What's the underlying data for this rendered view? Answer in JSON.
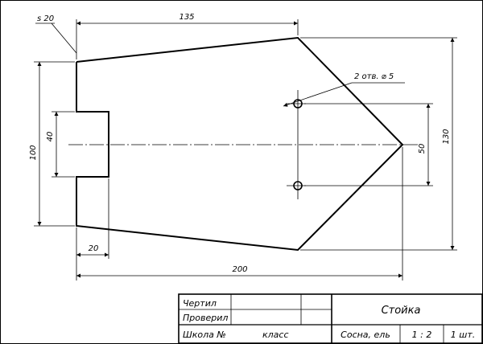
{
  "drawing": {
    "thickness_note": "s 20",
    "holes_note": "2 отв. ⌀ 5"
  },
  "dimensions": {
    "top_length": "135",
    "overall_length": "200",
    "slot_width": "20",
    "slot_height": "40",
    "left_height": "100",
    "holes_spacing": "50",
    "overall_height": "130"
  },
  "title_block": {
    "drew_label": "Чертил",
    "checked_label": "Проверил",
    "school_label": "Школа №",
    "class_label": "класс",
    "part_name": "Стойка",
    "material": "Сосна, ель",
    "scale": "1 : 2",
    "quantity": "1 шт."
  }
}
